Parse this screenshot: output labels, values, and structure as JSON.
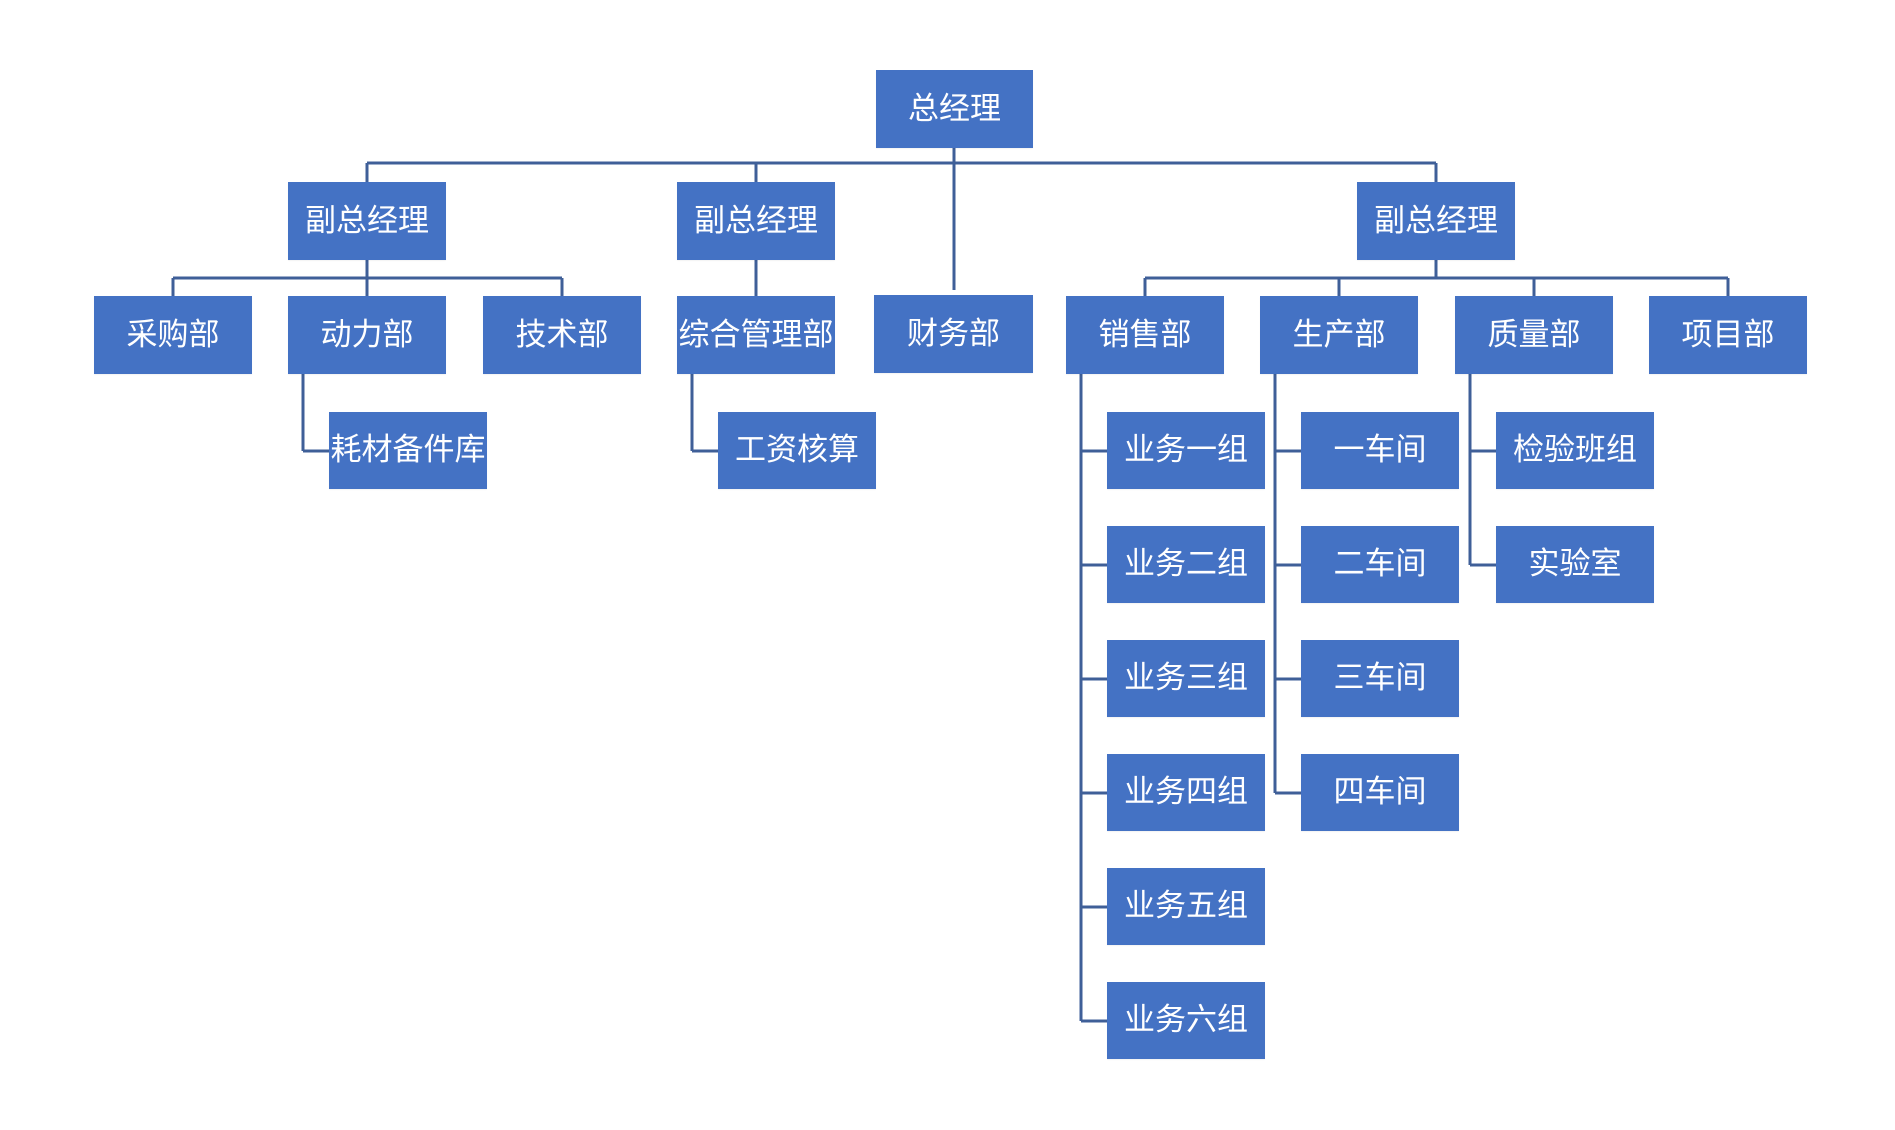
{
  "colors": {
    "box": "#4472c4",
    "text": "#ffffff",
    "line": "#3f5f98",
    "background": "#ffffff"
  },
  "org_chart": {
    "root": {
      "label": "总经理"
    },
    "vp_left": {
      "label": "副总经理",
      "departments": [
        {
          "label": "采购部"
        },
        {
          "label": "动力部",
          "children": [
            {
              "label": "耗材备件库"
            }
          ]
        },
        {
          "label": "技术部"
        }
      ]
    },
    "vp_middle": {
      "label": "副总经理",
      "departments": [
        {
          "label": "综合管理部",
          "children": [
            {
              "label": "工资核算"
            }
          ]
        }
      ]
    },
    "finance": {
      "label": "财务部"
    },
    "vp_right": {
      "label": "副总经理",
      "departments": [
        {
          "label": "销售部",
          "children": [
            {
              "label": "业务一组"
            },
            {
              "label": "业务二组"
            },
            {
              "label": "业务三组"
            },
            {
              "label": "业务四组"
            },
            {
              "label": "业务五组"
            },
            {
              "label": "业务六组"
            }
          ]
        },
        {
          "label": "生产部",
          "children": [
            {
              "label": "一车间"
            },
            {
              "label": "二车间"
            },
            {
              "label": "三车间"
            },
            {
              "label": "四车间"
            }
          ]
        },
        {
          "label": "质量部",
          "children": [
            {
              "label": "检验班组"
            },
            {
              "label": "实验室"
            }
          ]
        },
        {
          "label": "项目部"
        }
      ]
    }
  }
}
